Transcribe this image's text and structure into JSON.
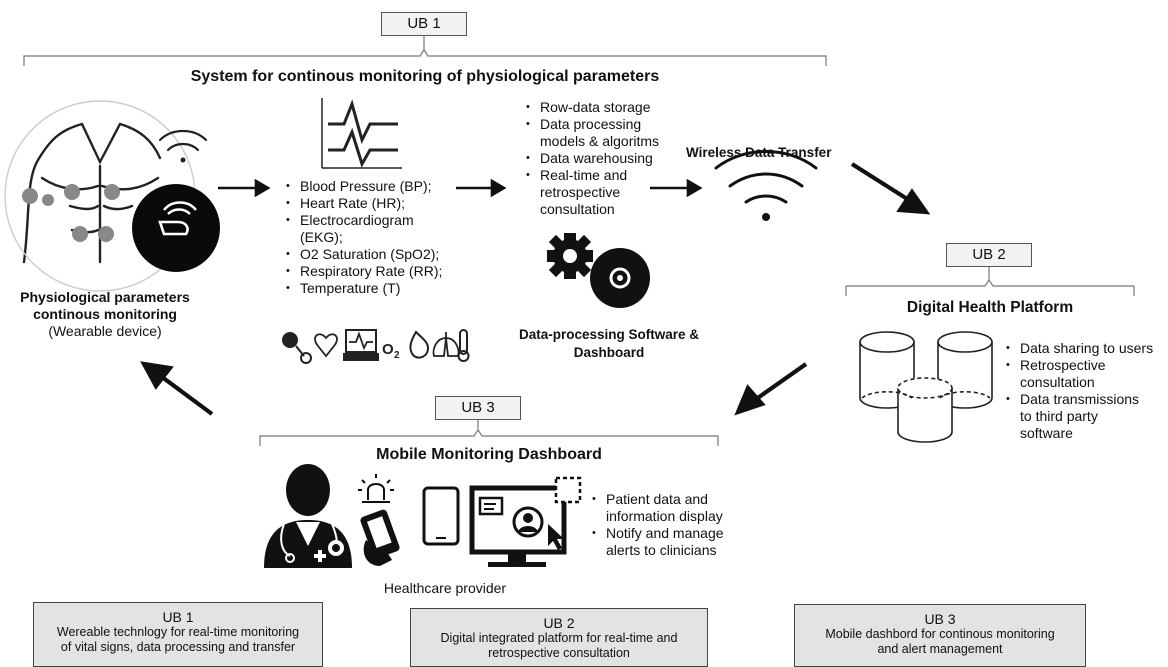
{
  "ub1_tag": "UB 1",
  "ub2_tag": "UB 2",
  "ub3_tag": "UB 3",
  "system_title": "System for continous monitoring of physiological parameters",
  "wearable": {
    "title_line1": "Physiological parameters",
    "title_line2": "continous monitoring",
    "subtitle": "(Wearable device)"
  },
  "parameters": [
    "Blood Pressure (BP);",
    "Heart Rate (HR);",
    "Electrocardiogram (EKG);",
    "O2 Saturation (SpO2);",
    "Respiratory Rate (RR);",
    "Temperature (T)"
  ],
  "processing_items": [
    "Row-data storage",
    "Data processing models & algoritms",
    "Data warehousing",
    "Real-time and retrospective consultation"
  ],
  "software_label_line1": "Data-processing Software &",
  "software_label_line2": "Dashboard",
  "wireless_label": "Wireless Data Transfer",
  "platform_title": "Digital Health Platform",
  "platform_items": [
    "Data sharing to users",
    "Retrospective consultation",
    "Data transmissions to third party software"
  ],
  "mobile_title": "Mobile Monitoring Dashboard",
  "mobile_items": [
    "Patient data and information display",
    "Notify and manage alerts to clinicians"
  ],
  "provider_label": "Healthcare provider",
  "summary_boxes": [
    {
      "title": "UB 1",
      "line1": "Wereable technlogy for real-time monitoring",
      "line2": "of vital signs, data processing and transfer"
    },
    {
      "title": "UB 2",
      "line1": "Digital integrated platform for real-time and",
      "line2": "retrospective consultation"
    },
    {
      "title": "UB 3",
      "line1": "Mobile dashbord for continous monitoring",
      "line2": "and alert management"
    }
  ]
}
